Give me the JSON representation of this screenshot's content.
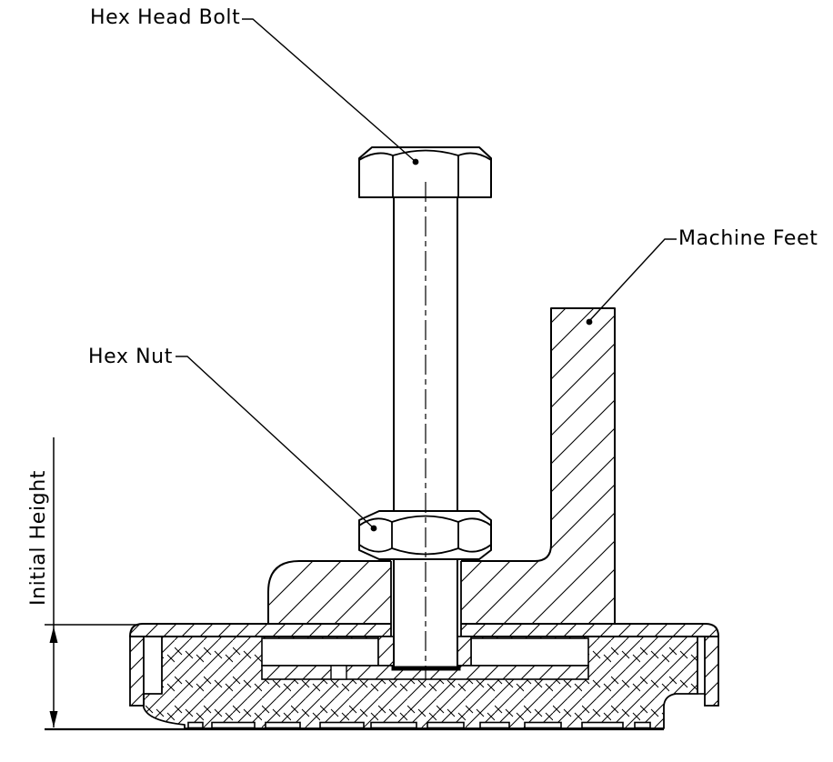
{
  "drawing": {
    "labels": {
      "hex_head_bolt": "Hex Head Bolt",
      "machine_feet": "Machine Feet",
      "hex_nut": "Hex Nut",
      "initial_height": "Initial Height"
    },
    "colors": {
      "line": "#000000",
      "background": "#ffffff"
    }
  }
}
